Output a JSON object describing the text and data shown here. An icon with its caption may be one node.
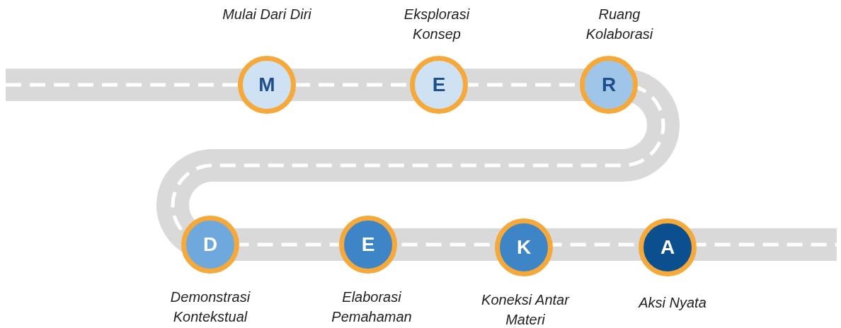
{
  "diagram": {
    "nodes": [
      {
        "text": [
          "M"
        ],
        "beside": [
          "Mulai Dari Diri"
        ]
      },
      {
        "text": [
          "E"
        ],
        "beside": [
          "Eksplorasi Konsep"
        ]
      },
      {
        "text": [
          "R"
        ],
        "beside": [
          "Ruang Kolaborasi"
        ]
      },
      {
        "text": [
          "D"
        ],
        "beside": [
          "Demonstrasi Kontekstual"
        ]
      },
      {
        "text": [
          "E"
        ],
        "beside": [
          "Elaborasi Pemahaman"
        ]
      },
      {
        "text": [
          "K"
        ],
        "beside": [
          "Koneksi Antar Materi"
        ]
      },
      {
        "text": [
          "A"
        ],
        "beside": [
          "Aksi Nyata"
        ]
      }
    ]
  }
}
